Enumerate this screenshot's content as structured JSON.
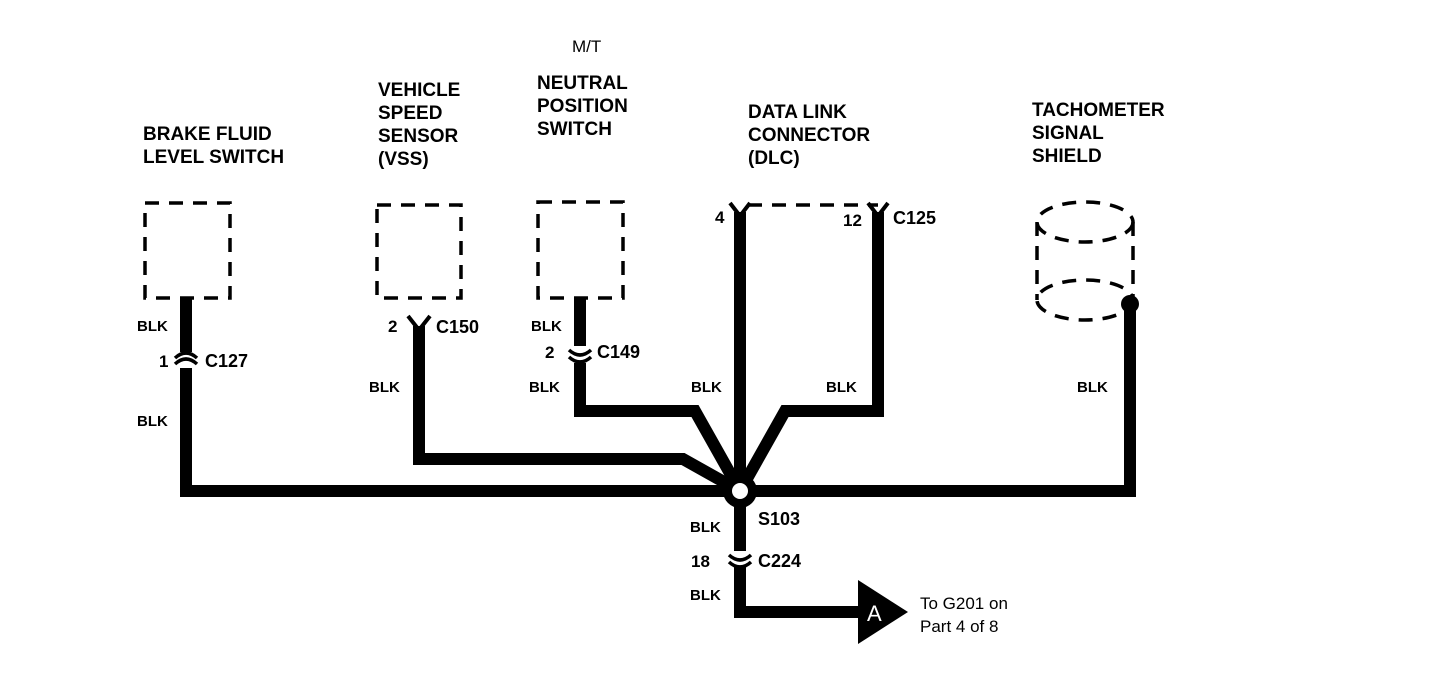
{
  "components": {
    "brake_fluid": [
      "BRAKE FLUID",
      "LEVEL SWITCH"
    ],
    "vss": [
      "VEHICLE",
      "SPEED",
      "SENSOR",
      "(VSS)"
    ],
    "neutral_qualifier": "M/T",
    "neutral": [
      "NEUTRAL",
      "POSITION",
      "SWITCH"
    ],
    "dlc": [
      "DATA LINK",
      "CONNECTOR",
      "(DLC)"
    ],
    "tach": [
      "TACHOMETER",
      "SIGNAL",
      "SHIELD"
    ]
  },
  "connectors": {
    "c127": {
      "name": "C127",
      "pin": "1"
    },
    "c150": {
      "name": "C150",
      "pin": "2"
    },
    "c149": {
      "name": "C149",
      "pin": "2"
    },
    "c125": {
      "name": "C125",
      "pin_left": "4",
      "pin_right": "12"
    },
    "c224": {
      "name": "C224",
      "pin": "18"
    }
  },
  "splice": "S103",
  "wire_color": "BLK",
  "offpage": {
    "letter": "A",
    "note": [
      "To G201 on",
      "Part 4 of 8"
    ]
  }
}
